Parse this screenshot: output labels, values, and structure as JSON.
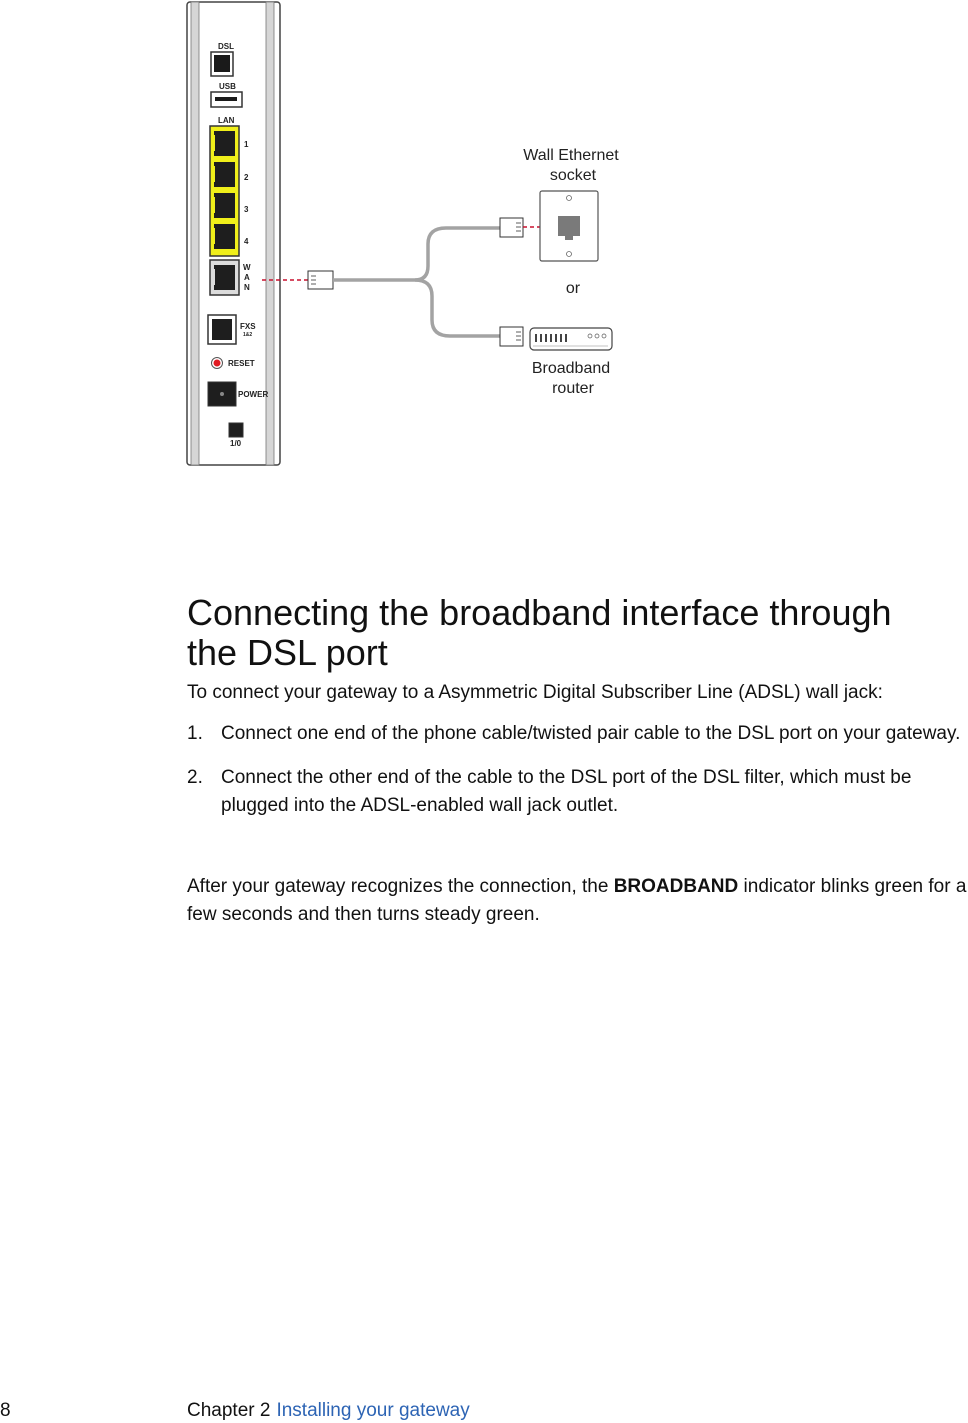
{
  "figure": {
    "device_labels": {
      "dsl": "DSL",
      "usb": "USB",
      "lan": "LAN",
      "lan_ports": [
        "1",
        "2",
        "3",
        "4"
      ],
      "wan": [
        "W",
        "A",
        "N"
      ],
      "fxs": "FXS",
      "fxs_sub": "1&2",
      "reset": "RESET",
      "power": "POWER",
      "switch": "1/0"
    },
    "wall_socket_label": [
      "Wall Ethernet",
      "socket"
    ],
    "or_label": "or",
    "router_label": [
      "Broadband",
      "router"
    ],
    "colors": {
      "lan_port": "#f0ef1a",
      "cable": "#a3a3a3",
      "dashed_line": "#c8102e",
      "reset_dot": "#e11b22",
      "chapter_link": "#2d64b4"
    }
  },
  "section": {
    "title": "Connecting the broadband interface through the DSL port",
    "intro": "To connect your gateway to a Asymmetric Digital Subscriber Line (ADSL) wall jack:",
    "steps": [
      {
        "num": "1.",
        "text": "Connect one end of the phone cable/twisted pair cable to the DSL port on your gateway."
      },
      {
        "num": "2.",
        "text": "Connect the other end of the cable to the DSL port of the DSL filter, which must be plugged into the ADSL-enabled wall jack outlet."
      }
    ],
    "outro_before": "After your gateway recognizes the connection, the ",
    "outro_bold": "BROADBAND",
    "outro_after": " indicator blinks green for a few seconds and then turns steady green."
  },
  "footer": {
    "page_number": "8",
    "chapter": "Chapter 2",
    "chapter_title": "Installing your gateway"
  }
}
